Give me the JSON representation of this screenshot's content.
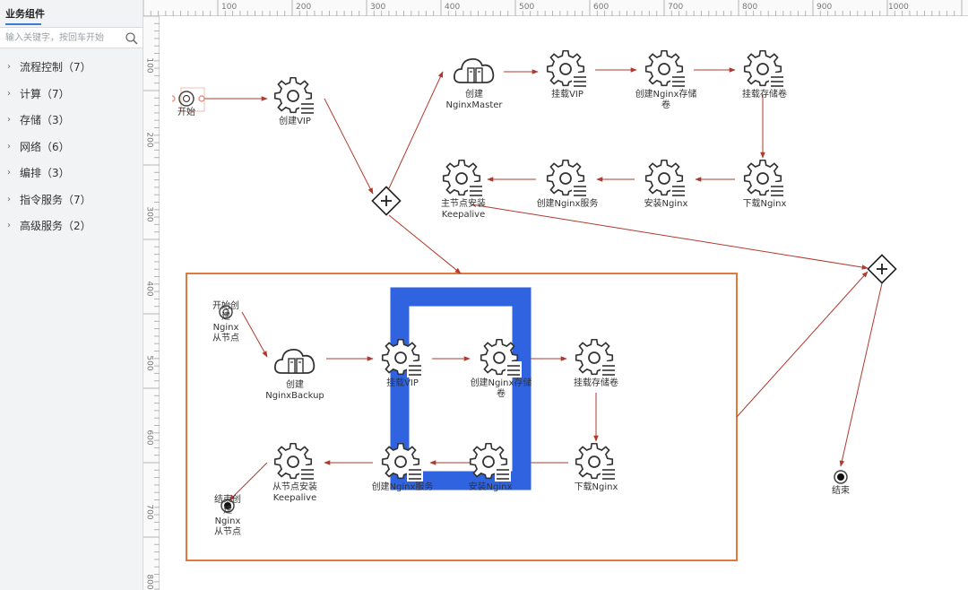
{
  "sidebar": {
    "title": "业务组件",
    "search": {
      "placeholder": "输入关键字，按回车开始",
      "value": ""
    },
    "categories": [
      {
        "label": "流程控制（7）"
      },
      {
        "label": "计算（7）"
      },
      {
        "label": "存储（3）"
      },
      {
        "label": "网络（6）"
      },
      {
        "label": "编排（3）"
      },
      {
        "label": "指令服务（7）"
      },
      {
        "label": "高级服务（2）"
      }
    ]
  },
  "ruler": {
    "top_ticks": [
      "100",
      "200",
      "300",
      "400",
      "500",
      "600",
      "700",
      "800",
      "900",
      "1000"
    ],
    "left_ticks": [
      "100",
      "200",
      "300",
      "400",
      "500",
      "600",
      "700",
      "800"
    ]
  },
  "nodes": {
    "start": {
      "label": "开始"
    },
    "create_vip": {
      "label": "创建VIP"
    },
    "create_nginx_master": {
      "label": "创建\nNginxMaster"
    },
    "master_mount_vip": {
      "label": "挂载VIP"
    },
    "master_create_storage": {
      "label": "创建Nginx存储\n卷"
    },
    "master_mount_storage": {
      "label": "挂载存储卷"
    },
    "master_download_nginx": {
      "label": "下载Nginx"
    },
    "master_install_nginx": {
      "label": "安装Nginx"
    },
    "master_create_service": {
      "label": "创建Nginx服务"
    },
    "master_keepalive": {
      "label": "主节点安装\nKeepalive"
    },
    "sub_start": {
      "label": "开始创\n建\nNginx\n从节点"
    },
    "create_nginx_backup": {
      "label": "创建\nNginxBackup"
    },
    "backup_mount_vip": {
      "label": "挂载VIP"
    },
    "backup_create_storage": {
      "label": "创建Nginx存储\n卷"
    },
    "backup_mount_storage": {
      "label": "挂载存储卷"
    },
    "backup_download_nginx": {
      "label": "下载Nginx"
    },
    "backup_install_nginx": {
      "label": "安装Nginx"
    },
    "backup_create_service": {
      "label": "创建Nginx服务"
    },
    "backup_keepalive": {
      "label": "从节点安装\nKeepalive"
    },
    "sub_end": {
      "label": "结束创\n建\nNginx\n从节点"
    },
    "end": {
      "label": "结束"
    }
  },
  "colors": {
    "edge": "#b03a2e",
    "subprocess_border": "#e07a3c",
    "selection": "#2f63e0",
    "start_handle": "#e0826b"
  }
}
